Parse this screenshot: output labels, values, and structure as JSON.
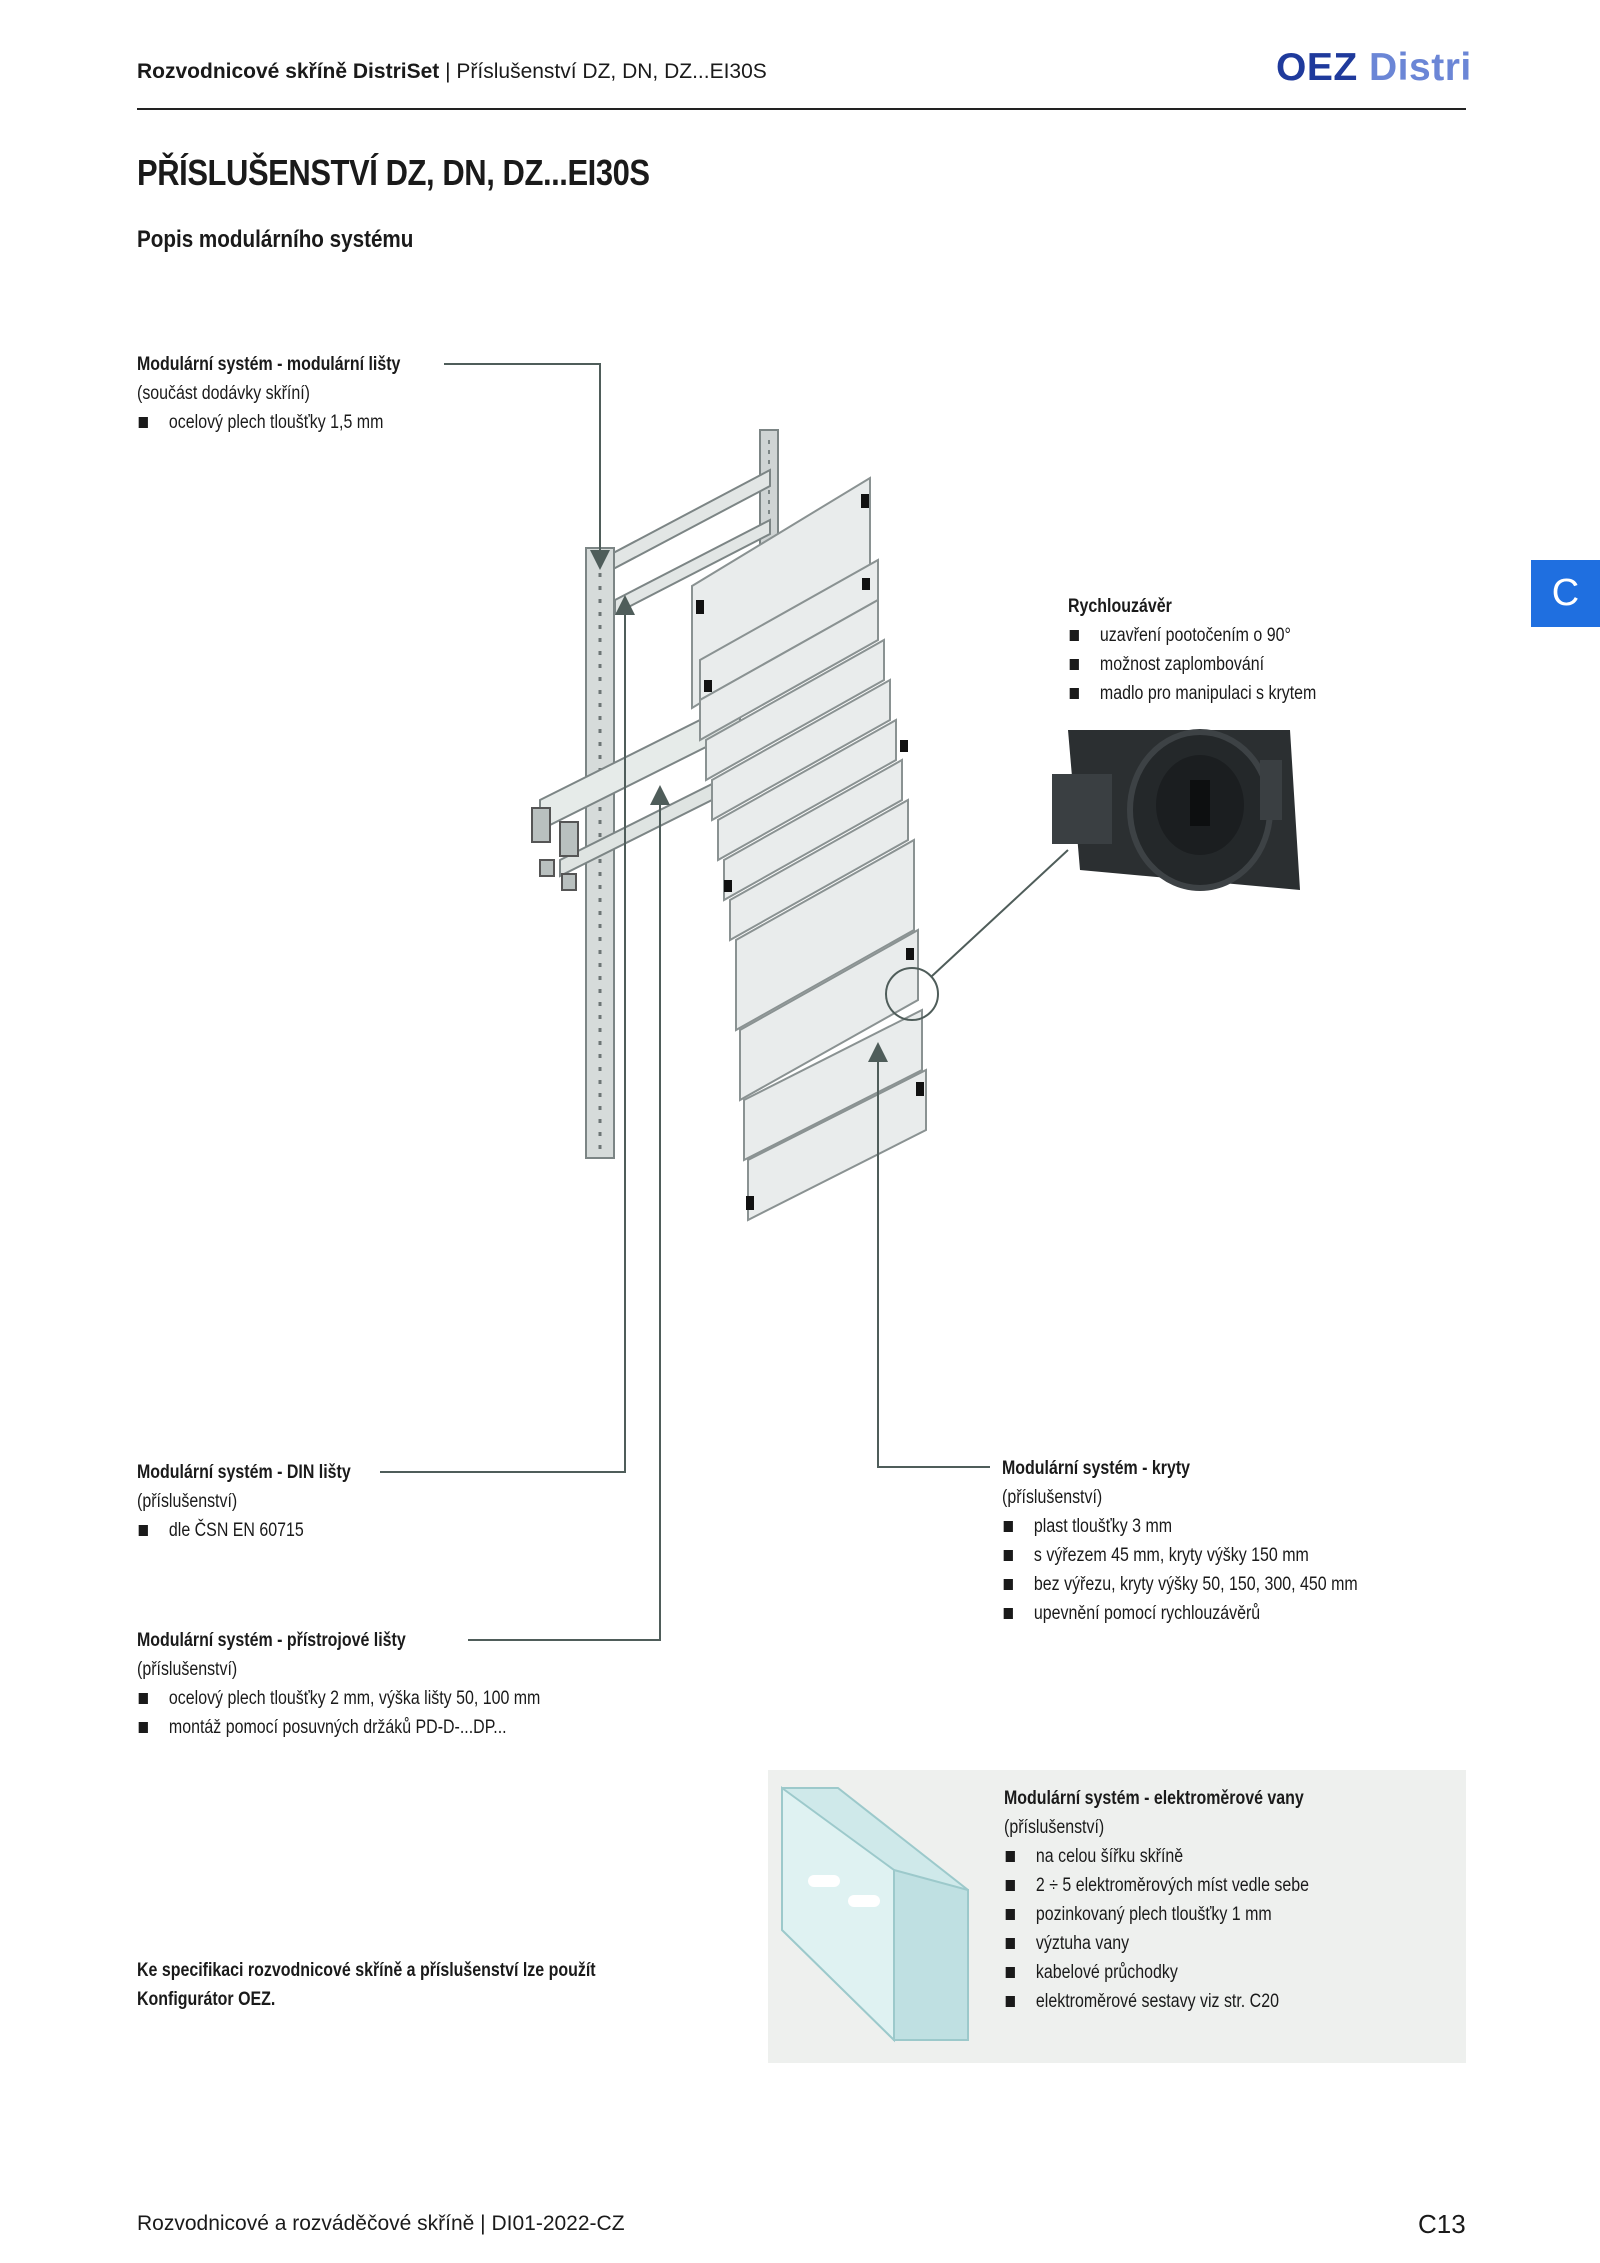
{
  "header": {
    "left_bold": "Rozvodnicové skříně DistriSet",
    "left_separator": " | ",
    "left_normal": "Příslušenství DZ, DN, DZ...EI30S",
    "logo_oez": "OEZ",
    "logo_distri": "Distri"
  },
  "title": "PŘÍSLUŠENSTVÍ DZ, DN, DZ...EI30S",
  "subtitle": "Popis modulárního systému",
  "side_tab": "C",
  "blocks": {
    "lists": {
      "title": "Modulární systém - modulární lišty",
      "sub": "(součást dodávky skříní)",
      "items": [
        "ocelový plech tloušťky 1,5 mm"
      ]
    },
    "latch": {
      "title": "Rychlouzávěr",
      "items": [
        "uzavření pootočením o 90°",
        "možnost zaplombování",
        "madlo pro manipulaci s krytem"
      ]
    },
    "din": {
      "title": "Modulární systém - DIN lišty",
      "sub": "(příslušenství)",
      "items": [
        "dle ČSN EN 60715"
      ]
    },
    "covers": {
      "title": "Modulární systém - kryty",
      "sub": "(příslušenství)",
      "items": [
        "plast tloušťky 3 mm",
        "s výřezem 45 mm, kryty výšky 150 mm",
        "bez výřezu,  kryty výšky 50, 150, 300, 450 mm",
        "upevnění pomocí rychlouzávěrů"
      ]
    },
    "device": {
      "title": "Modulární systém - přístrojové lišty",
      "sub": "(příslušenství)",
      "items": [
        "ocelový plech tloušťky 2 mm, výška lišty 50, 100 mm",
        "montáž pomocí posuvných držáků PD-D-...DP..."
      ]
    },
    "trays": {
      "title": "Modulární systém - elektroměrové vany",
      "sub": "(příslušenství)",
      "items": [
        "na celou šířku skříně",
        "2 ÷ 5 elektroměrových míst vedle sebe",
        "pozinkovaný plech tloušťky 1 mm",
        "výztuha vany",
        "kabelové průchodky",
        "elektroměrové sestavy viz str. C20"
      ]
    }
  },
  "note": {
    "line1": "Ke specifikaci rozvodnicové skříně a příslušenství lze použít",
    "line2": "Konfigurátor OEZ."
  },
  "footer": {
    "left": "Rozvodnicové a rozváděčové skříně | DI01-2022-CZ",
    "page": "C13"
  },
  "colors": {
    "brand_dark": "#1f3a9c",
    "brand_light": "#6b86d6",
    "tab": "#1f6fe0",
    "leader": "#4f5d5a"
  }
}
